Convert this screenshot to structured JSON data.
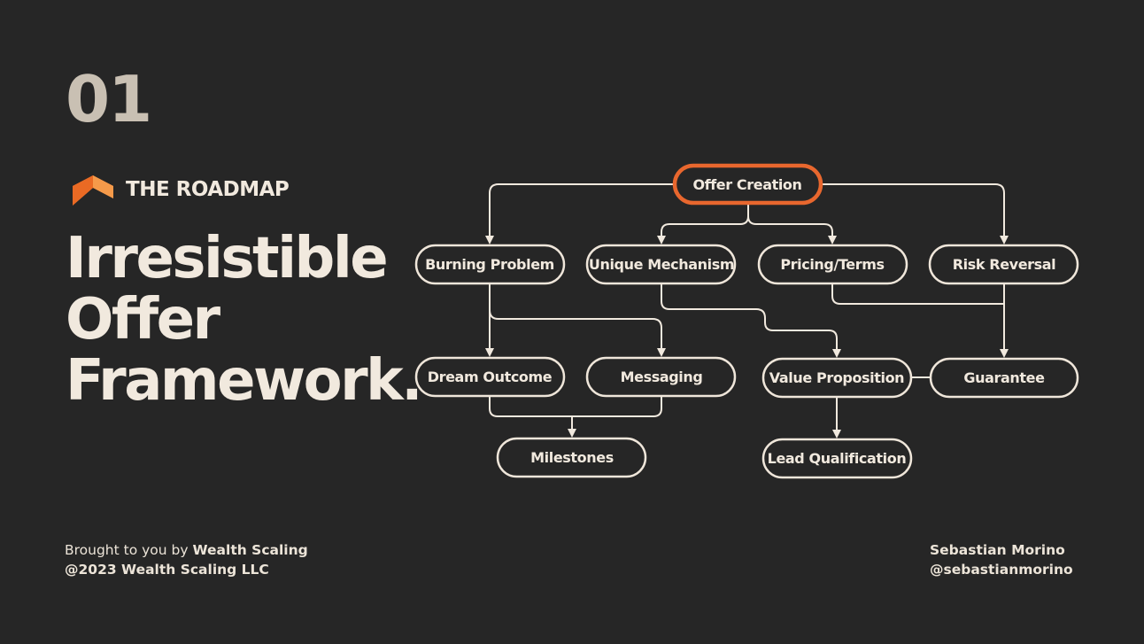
{
  "slide": {
    "number": "01",
    "brand": {
      "text": "THE ROADMAP",
      "icon": "roof-logo-icon",
      "accent_color": "#f07a2f"
    },
    "headline": [
      "Irresistible",
      "Offer",
      "Framework."
    ]
  },
  "footer": {
    "left_prefix": "Brought to you by ",
    "left_company": "Wealth Scaling",
    "left_copyright": "@2023 Wealth Scaling LLC",
    "author_name": "Sebastian Morino",
    "author_handle": "@sebastianmorino"
  },
  "diagram": {
    "nodes": {
      "offer_creation": "Offer Creation",
      "burning_problem": "Burning Problem",
      "unique_mechanism": "Unique Mechanism",
      "pricing_terms": "Pricing/Terms",
      "risk_reversal": "Risk Reversal",
      "dream_outcome": "Dream Outcome",
      "messaging": "Messaging",
      "value_proposition": "Value Proposition",
      "guarantee": "Guarantee",
      "milestones": "Milestones",
      "lead_qualification": "Lead Qualification"
    },
    "edges": [
      [
        "offer_creation",
        "burning_problem"
      ],
      [
        "offer_creation",
        "unique_mechanism"
      ],
      [
        "offer_creation",
        "pricing_terms"
      ],
      [
        "offer_creation",
        "risk_reversal"
      ],
      [
        "burning_problem",
        "dream_outcome"
      ],
      [
        "burning_problem",
        "messaging"
      ],
      [
        "unique_mechanism",
        "value_proposition"
      ],
      [
        "pricing_terms",
        "guarantee"
      ],
      [
        "risk_reversal",
        "guarantee"
      ],
      [
        "guarantee",
        "value_proposition"
      ],
      [
        "dream_outcome",
        "milestones"
      ],
      [
        "messaging",
        "milestones"
      ],
      [
        "value_proposition",
        "lead_qualification"
      ]
    ],
    "colors": {
      "highlight": "#e8672e",
      "node_border": "#efe6da",
      "line": "#f1e9de",
      "background": "#262626"
    }
  }
}
